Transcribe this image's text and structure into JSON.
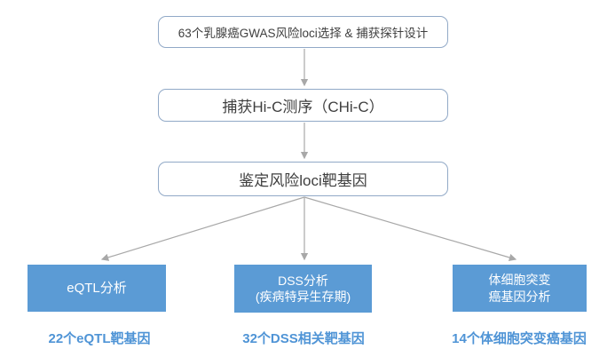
{
  "diagram": {
    "title": "CHi-C breast cancer risk loci workflow",
    "flow_boxes": [
      {
        "label": "63个乳腺癌GWAS风险loci选择 & 捕获探针设计"
      },
      {
        "label": "捕获Hi-C测序（CHi-C）"
      },
      {
        "label": "鉴定风险loci靶基因"
      }
    ],
    "branch_boxes": [
      {
        "lines": [
          "eQTL分析"
        ]
      },
      {
        "lines": [
          "DSS分析",
          "(疾病特异生存期)"
        ]
      },
      {
        "lines": [
          "体细胞突变",
          "癌基因分析"
        ]
      }
    ],
    "result_labels": [
      "22个eQTL靶基因",
      "32个DSS相关靶基因",
      "14个体细胞突变癌基因"
    ],
    "colors": {
      "branch_box_fill": "#5b9bd5",
      "branch_box_text": "#ffffff",
      "flow_box_border": "#91a9c7",
      "flow_box_text": "#3f3f3f",
      "arrow": "#a8a8a8",
      "result_text": "#4f94d6",
      "background": "#ffffff"
    }
  }
}
